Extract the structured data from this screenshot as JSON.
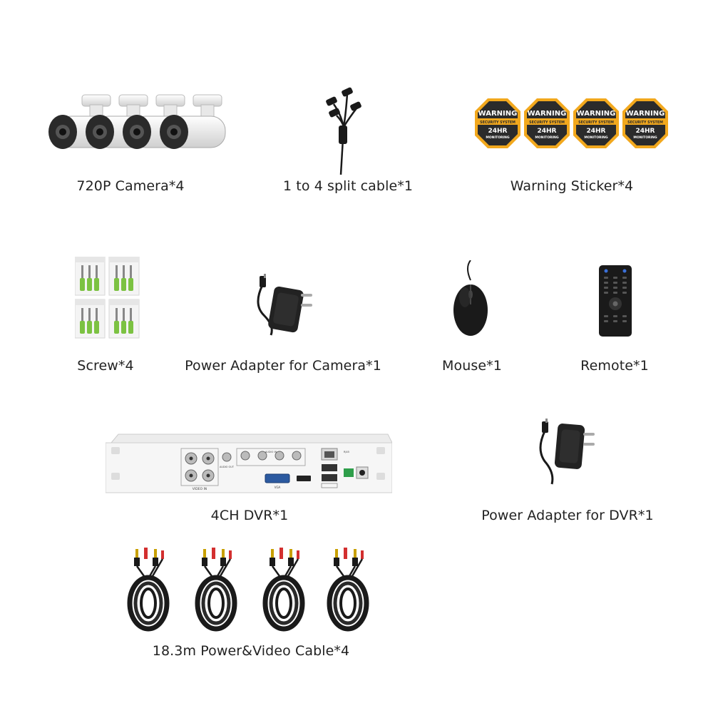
{
  "items": {
    "camera": {
      "label": "720P Camera*4"
    },
    "split_cable": {
      "label": "1 to 4 split cable*1"
    },
    "warning_sticker": {
      "label": "Warning Sticker*4",
      "sticker_title": "WARNING",
      "sticker_subtitle": "SECURITY SYSTEM",
      "sticker_hours": "24HR",
      "sticker_monitoring": "MONITORING"
    },
    "screw": {
      "label": "Screw*4"
    },
    "power_adapter_camera": {
      "label": "Power Adapter for Camera*1"
    },
    "mouse": {
      "label": "Mouse*1"
    },
    "remote": {
      "label": "Remote*1"
    },
    "dvr": {
      "label": "4CH DVR*1",
      "port_video_in": "VIDEO IN",
      "port_audio_out": "AUDIO OUT",
      "port_audio_in": "AUDIO IN",
      "port_rj45": "RJ45",
      "port_vga": "VGA"
    },
    "power_adapter_dvr": {
      "label": "Power Adapter for DVR*1"
    },
    "video_cable": {
      "label": "18.3m Power&Video Cable*4"
    }
  },
  "colors": {
    "sticker_orange": "#f2a81d",
    "sticker_dark": "#2b2b2b",
    "screw_green": "#7cc242",
    "camera_body": "#f2f2f2",
    "device_black": "#1a1a1a"
  }
}
